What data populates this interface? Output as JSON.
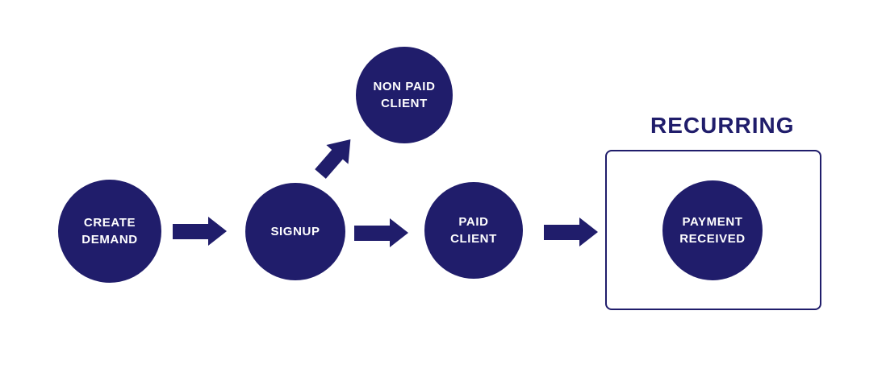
{
  "colors": {
    "primary": "#201d6b",
    "node_text": "#ffffff",
    "background": "#ffffff"
  },
  "nodes": {
    "create_demand": {
      "label": "CREATE\nDEMAND"
    },
    "signup": {
      "label": "SIGNUP"
    },
    "non_paid_client": {
      "label": "NON PAID\nCLIENT"
    },
    "paid_client": {
      "label": "PAID\nCLIENT"
    },
    "payment_received": {
      "label": "PAYMENT\nRECEIVED"
    }
  },
  "group": {
    "title": "RECURRING"
  },
  "edges": [
    {
      "from": "CREATE DEMAND",
      "to": "SIGNUP"
    },
    {
      "from": "SIGNUP",
      "to": "NON PAID CLIENT"
    },
    {
      "from": "SIGNUP",
      "to": "PAID CLIENT"
    },
    {
      "from": "PAID CLIENT",
      "to": "PAYMENT RECEIVED"
    }
  ]
}
